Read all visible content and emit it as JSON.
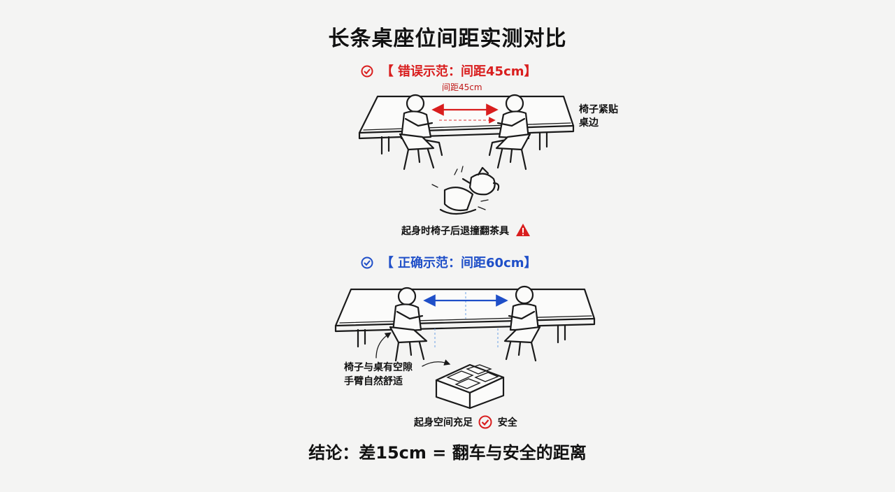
{
  "title": "长条桌座位间距实测对比",
  "wrong_example": {
    "heading": "【 错误示范：间距45cm】",
    "gap_label": "间距45cm",
    "chair_note_line1": "椅子紧贴",
    "chair_note_line2": "桌边",
    "result_note": "起身时椅子后退撞翻茶具",
    "accent": "#d91e1e"
  },
  "right_example": {
    "heading": "【 正确示范：间距60cm】",
    "clearance_line1": "椅子与桌有空隙",
    "clearance_line2": "手臂自然舒适",
    "result_left": "起身空间充足",
    "result_right": "安全",
    "accent": "#1f4fc8"
  },
  "conclusion": "结论：差15cm = 翻车与安全的距离",
  "icons": [
    "check-circle-icon",
    "warning-triangle-icon",
    "check-circle-icon"
  ]
}
